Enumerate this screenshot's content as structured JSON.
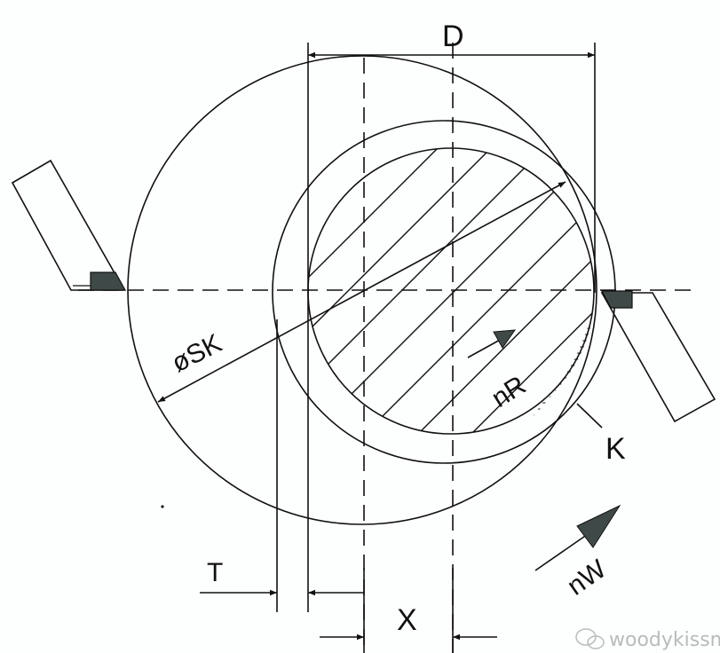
{
  "labels": {
    "D": "D",
    "SK": "øSK",
    "nR": "nR",
    "K": "K",
    "T": "T",
    "X": "X",
    "nW": "nW"
  },
  "watermark": "woodykissm",
  "colors": {
    "line": "#111111",
    "insert": "#3f4a48",
    "background": "#fdfefe"
  }
}
